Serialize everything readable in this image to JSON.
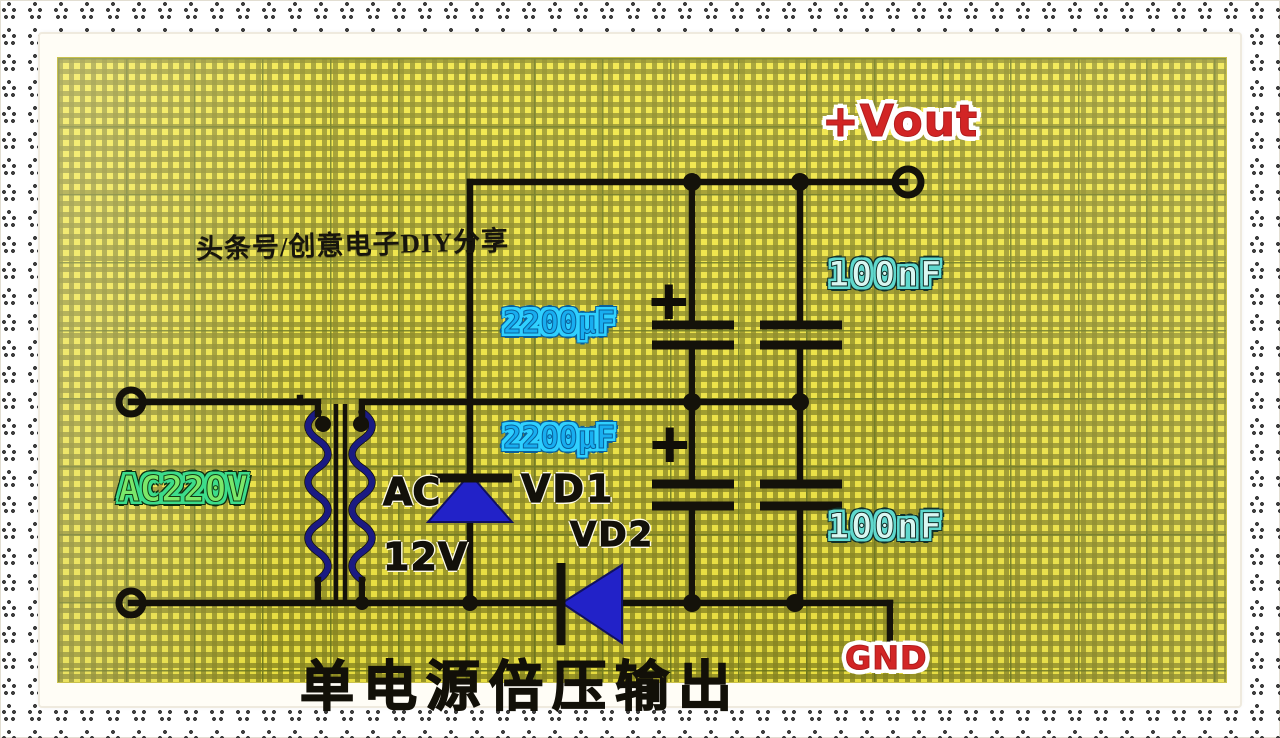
{
  "document": {
    "kind": "hand-drawn-schematic-photo",
    "title_cn": "单电源倍压输出",
    "handwritten_note": "头条号/创意电子DIY分享",
    "paper": {
      "background_color": "#f2e742",
      "major_grid_color": "#6f7a1e",
      "minor_grid_color": "#8d8a22",
      "frame_style": "lace-doily",
      "frame_color": "#fffdf6"
    }
  },
  "labels": {
    "vout": "+Vout",
    "gnd": "GND",
    "ac_mains": "AC220V",
    "secondary_ac": "AC",
    "secondary_voltage": "12V",
    "diode1": "VD1",
    "diode2": "VD2",
    "cap_electrolytic_top": "2200μF",
    "cap_electrolytic_bottom": "2200μF",
    "cap_film_top": "100nF",
    "cap_film_bottom": "100nF",
    "polarity_top": "+",
    "polarity_bottom": "+"
  },
  "colors": {
    "wire": "#14120a",
    "diode_fill": "#2222c8",
    "transformer_winding": "#1a1a7a",
    "accent_red": "#d22525",
    "accent_cyan": "#18aef0",
    "accent_palecyan": "#d9f7f2",
    "accent_green": "#7ae86a"
  },
  "components": [
    {
      "ref": "T1",
      "type": "transformer",
      "primary": "AC220V",
      "secondary": "AC 12V"
    },
    {
      "ref": "VD1",
      "type": "diode",
      "orientation": "up"
    },
    {
      "ref": "VD2",
      "type": "diode",
      "orientation": "left"
    },
    {
      "ref": "C1",
      "type": "electrolytic-capacitor",
      "value": "2200μF",
      "polarity": "+"
    },
    {
      "ref": "C2",
      "type": "electrolytic-capacitor",
      "value": "2200μF",
      "polarity": "+"
    },
    {
      "ref": "C3",
      "type": "film-capacitor",
      "value": "100nF"
    },
    {
      "ref": "C4",
      "type": "film-capacitor",
      "value": "100nF"
    }
  ],
  "terminals": [
    {
      "name": "ac-in-top",
      "style": "open-circle"
    },
    {
      "name": "ac-in-bottom",
      "style": "open-circle"
    },
    {
      "name": "vout-terminal",
      "style": "open-circle"
    },
    {
      "name": "gnd-terminal",
      "style": "ground-bar"
    }
  ]
}
